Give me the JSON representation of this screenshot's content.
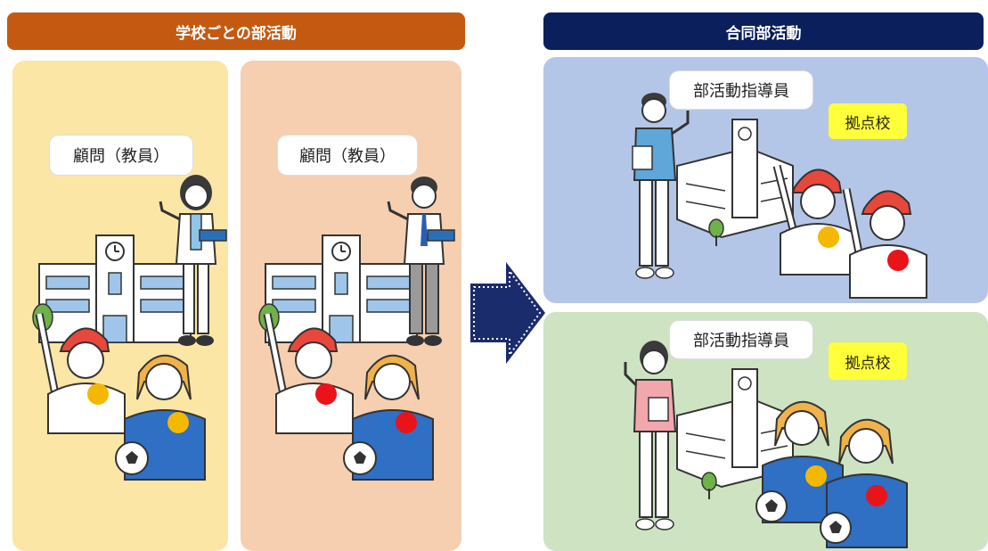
{
  "left_header": {
    "label": "学校ごとの部活動",
    "color": "#c45a12"
  },
  "right_header": {
    "label": "合同部活動",
    "color": "#0a1f5c"
  },
  "panels": {
    "school_a": {
      "bubble": "顧問（教員）",
      "color": "#fbe6a6"
    },
    "school_b": {
      "bubble": "顧問（教員）",
      "color": "#f5cfb0"
    },
    "joint_top": {
      "bubble": "部活動指導員",
      "tag": "拠点校",
      "color": "#b4c6e7"
    },
    "joint_bottom": {
      "bubble": "部活動指導員",
      "tag": "拠点校",
      "color": "#cde3c2"
    }
  },
  "colors": {
    "arrow": "#1a2c6b",
    "badge_yellow": "#f5b800",
    "badge_red": "#e8141a",
    "jersey_blue": "#2f6fc4"
  },
  "icons": [
    "school-building-icon",
    "teacher-icon",
    "coach-icon",
    "baseball-player-icon",
    "soccer-player-icon",
    "transition-arrow-icon"
  ]
}
